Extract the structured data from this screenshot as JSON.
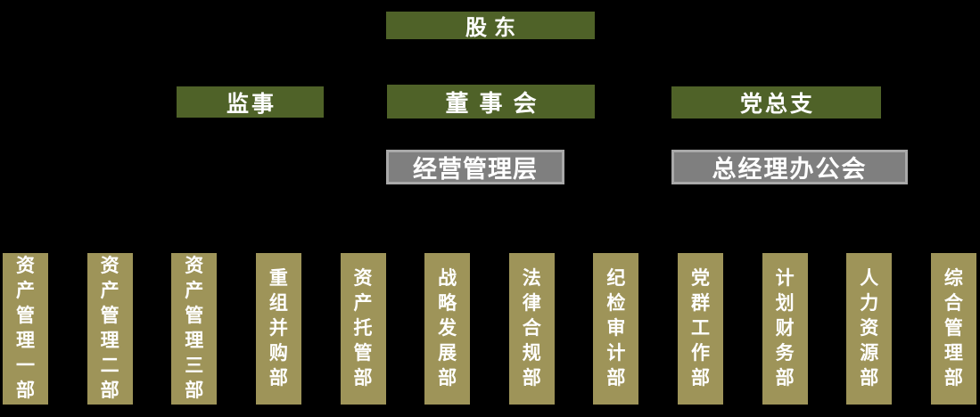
{
  "org_chart": {
    "title": "organization-structure-chart",
    "boxes": {
      "shareholders": {
        "label": "股东"
      },
      "supervisors": {
        "label": "监事"
      },
      "board": {
        "label": "董事会"
      },
      "party_branch": {
        "label": "党总支"
      },
      "management": {
        "label": "经营管理层"
      },
      "gm_office": {
        "label": "总经理办公会"
      }
    },
    "departments": [
      "资产管理一部",
      "资产管理二部",
      "资产管理三部",
      "重组并购部",
      "资产托管部",
      "战略发展部",
      "法律合规部",
      "纪检审计部",
      "党群工作部",
      "计划财务部",
      "人力资源部",
      "综合管理部"
    ]
  },
  "colors": {
    "background": "#000000",
    "level1_green": "#4F6228",
    "level2_gray": "#7F7F7F",
    "gray_border": "#A9A9A9",
    "department_khaki": "#9E9459",
    "text": "#FFFFFF"
  }
}
